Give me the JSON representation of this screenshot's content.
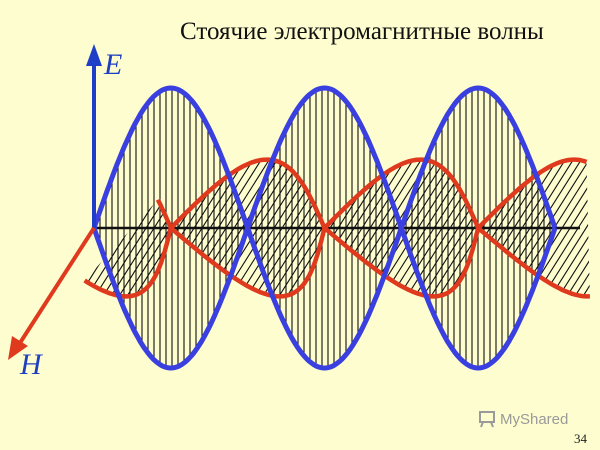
{
  "slide": {
    "title": "Стоячие электромагнитные волны",
    "page_number": "34"
  },
  "axes": {
    "e_label": "E",
    "h_label": "H"
  },
  "watermark": {
    "text": "MyShared",
    "icon": "presentation-board-icon"
  },
  "colors": {
    "background": "#fdfdcf",
    "e_wave": "#3a3fe0",
    "h_wave": "#e03a1e",
    "hatching": "#111111",
    "axis": "#1f3ec8"
  }
}
